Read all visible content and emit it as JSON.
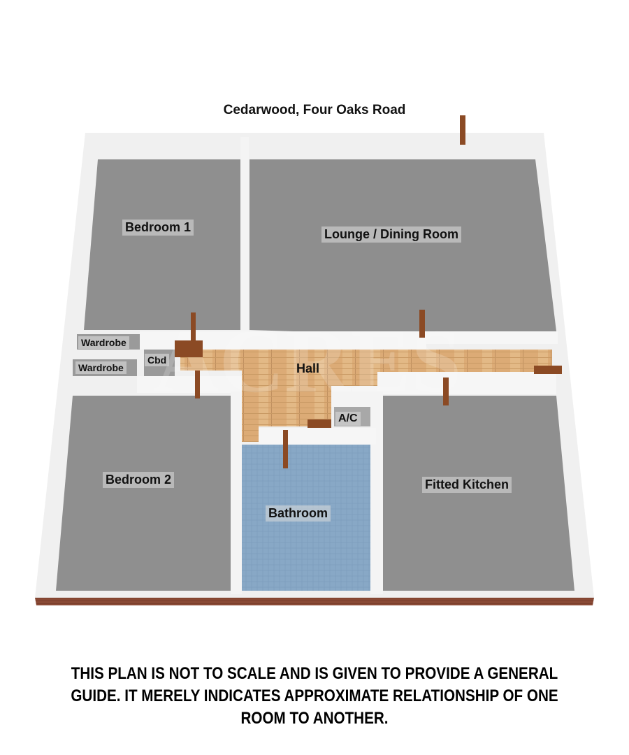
{
  "header": {
    "title": "Cedarwood, Four Oaks Road"
  },
  "rooms": {
    "bedroom1": "Bedroom 1",
    "lounge": "Lounge / Dining Room",
    "wardrobe1": "Wardrobe",
    "wardrobe2": "Wardrobe",
    "cbd": "Cbd",
    "hall": "Hall",
    "ac": "A/C",
    "bedroom2": "Bedroom 2",
    "bathroom": "Bathroom",
    "kitchen": "Fitted Kitchen"
  },
  "watermark": "ACRES",
  "footer": {
    "disclaimer_line1": "THIS PLAN IS NOT TO SCALE AND IS GIVEN TO PROVIDE A GENERAL",
    "disclaimer_line2": "GUIDE. IT MERELY INDICATES APPROXIMATE RELATIONSHIP OF ONE",
    "disclaimer_line3": "ROOM TO ANOTHER."
  },
  "colors": {
    "floor_grey": "#8e8e8e",
    "wall": "#f2f2f2",
    "hall_wood": "#d9a772",
    "bath_tile": "#7f9fbf",
    "brick": "#8a4a36",
    "door": "#8b4a24"
  }
}
